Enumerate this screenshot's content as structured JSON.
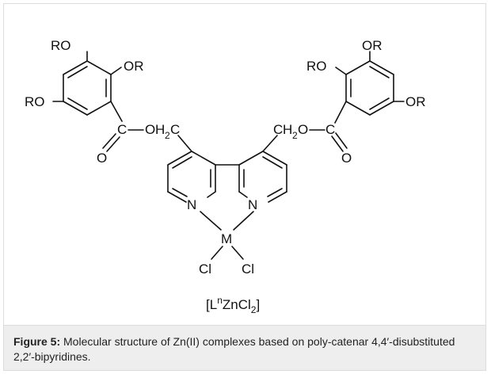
{
  "diagram": {
    "labels": {
      "ro": "RO",
      "or": "OR",
      "carbon": "C",
      "oxygen": "O",
      "oh2c_o": "O",
      "oh2c_h": "H",
      "sub2": "2",
      "oh2c_c": "C",
      "ch2o_c": "C",
      "ch2o_h": "H",
      "ch2o_o": "O",
      "nitrogen": "N",
      "metal": "M",
      "chlorine": "Cl"
    },
    "complex_label": {
      "open": "[L",
      "sup": "n",
      "mid": "ZnCl",
      "sub": "2",
      "close": "]"
    }
  },
  "caption": {
    "label": "Figure 5:",
    "text": " Molecular structure of Zn(II) complexes based on poly-catenar 4,4′-disubstituted 2,2′-bipyridines."
  }
}
